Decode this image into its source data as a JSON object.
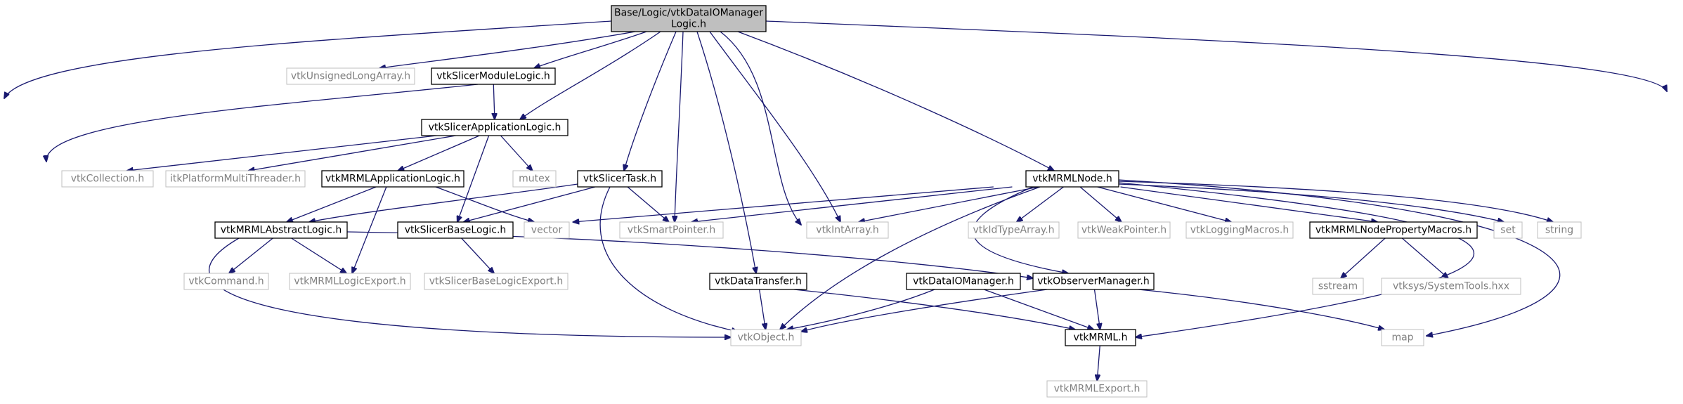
{
  "diagram": {
    "type": "include-dependency-graph",
    "colors": {
      "root_fill": "#bfbfbf",
      "documented_stroke": "#000000",
      "external_stroke": "#bfbfbf",
      "external_text": "#808080",
      "edge": "#191970"
    },
    "nodes": [
      {
        "id": "root",
        "lines": [
          "Base/Logic/vtkDataIOManager",
          "Logic.h"
        ],
        "kind": "root"
      },
      {
        "id": "vtkUnsignedLongArray",
        "lines": [
          "vtkUnsignedLongArray.h"
        ],
        "kind": "external"
      },
      {
        "id": "vtkSlicerModuleLogic",
        "lines": [
          "vtkSlicerModuleLogic.h"
        ],
        "kind": "documented"
      },
      {
        "id": "vtkSlicerApplicationLogic",
        "lines": [
          "vtkSlicerApplicationLogic.h"
        ],
        "kind": "documented"
      },
      {
        "id": "vtkCollection",
        "lines": [
          "vtkCollection.h"
        ],
        "kind": "external"
      },
      {
        "id": "itkPlatformMultiThreader",
        "lines": [
          "itkPlatformMultiThreader.h"
        ],
        "kind": "external"
      },
      {
        "id": "vtkMRMLApplicationLogic",
        "lines": [
          "vtkMRMLApplicationLogic.h"
        ],
        "kind": "documented"
      },
      {
        "id": "mutex",
        "lines": [
          "mutex"
        ],
        "kind": "external"
      },
      {
        "id": "vtkSlicerTask",
        "lines": [
          "vtkSlicerTask.h"
        ],
        "kind": "documented"
      },
      {
        "id": "vtkMRMLNode",
        "lines": [
          "vtkMRMLNode.h"
        ],
        "kind": "documented"
      },
      {
        "id": "vtkMRMLAbstractLogic",
        "lines": [
          "vtkMRMLAbstractLogic.h"
        ],
        "kind": "documented"
      },
      {
        "id": "vtkSlicerBaseLogic",
        "lines": [
          "vtkSlicerBaseLogic.h"
        ],
        "kind": "documented"
      },
      {
        "id": "vector",
        "lines": [
          "vector"
        ],
        "kind": "external"
      },
      {
        "id": "vtkSmartPointer",
        "lines": [
          "vtkSmartPointer.h"
        ],
        "kind": "external"
      },
      {
        "id": "vtkIntArray",
        "lines": [
          "vtkIntArray.h"
        ],
        "kind": "external"
      },
      {
        "id": "vtkIdTypeArray",
        "lines": [
          "vtkIdTypeArray.h"
        ],
        "kind": "external"
      },
      {
        "id": "vtkWeakPointer",
        "lines": [
          "vtkWeakPointer.h"
        ],
        "kind": "external"
      },
      {
        "id": "vtkLoggingMacros",
        "lines": [
          "vtkLoggingMacros.h"
        ],
        "kind": "external"
      },
      {
        "id": "vtkMRMLNodePropertyMacros",
        "lines": [
          "vtkMRMLNodePropertyMacros.h"
        ],
        "kind": "documented"
      },
      {
        "id": "set",
        "lines": [
          "set"
        ],
        "kind": "external"
      },
      {
        "id": "string",
        "lines": [
          "string"
        ],
        "kind": "external"
      },
      {
        "id": "vtkCommand",
        "lines": [
          "vtkCommand.h"
        ],
        "kind": "external"
      },
      {
        "id": "vtkMRMLLogicExport",
        "lines": [
          "vtkMRMLLogicExport.h"
        ],
        "kind": "external"
      },
      {
        "id": "vtkSlicerBaseLogicExport",
        "lines": [
          "vtkSlicerBaseLogicExport.h"
        ],
        "kind": "external"
      },
      {
        "id": "vtkDataTransfer",
        "lines": [
          "vtkDataTransfer.h"
        ],
        "kind": "documented"
      },
      {
        "id": "vtkDataIOManager",
        "lines": [
          "vtkDataIOManager.h"
        ],
        "kind": "documented"
      },
      {
        "id": "vtkObserverManager",
        "lines": [
          "vtkObserverManager.h"
        ],
        "kind": "documented"
      },
      {
        "id": "sstream",
        "lines": [
          "sstream"
        ],
        "kind": "external"
      },
      {
        "id": "vtksysSystemTools",
        "lines": [
          "vtksys/SystemTools.hxx"
        ],
        "kind": "external"
      },
      {
        "id": "vtkObject",
        "lines": [
          "vtkObject.h"
        ],
        "kind": "external"
      },
      {
        "id": "vtkMRML",
        "lines": [
          "vtkMRML.h"
        ],
        "kind": "documented"
      },
      {
        "id": "map",
        "lines": [
          "map"
        ],
        "kind": "external"
      },
      {
        "id": "vtkMRMLExport",
        "lines": [
          "vtkMRMLExport.h"
        ],
        "kind": "external"
      }
    ],
    "edges": [
      [
        "root",
        "vtkUnsignedLongArray"
      ],
      [
        "root",
        "vtkSlicerModuleLogic"
      ],
      [
        "root",
        "vtkSlicerApplicationLogic"
      ],
      [
        "root",
        "vtkSlicerTask"
      ],
      [
        "root",
        "vtkSmartPointer"
      ],
      [
        "root",
        "vtkDataTransfer"
      ],
      [
        "root",
        "vtkIntArray"
      ],
      [
        "root",
        "vtkDataIOManager"
      ],
      [
        "root",
        "vtkMRMLNode"
      ],
      [
        "root",
        "vtkObject"
      ],
      [
        "root",
        "vtkMRML"
      ],
      [
        "vtkSlicerModuleLogic",
        "vtkSlicerApplicationLogic"
      ],
      [
        "vtkSlicerModuleLogic",
        "vtkMRMLAbstractLogic"
      ],
      [
        "vtkSlicerApplicationLogic",
        "vtkCollection"
      ],
      [
        "vtkSlicerApplicationLogic",
        "itkPlatformMultiThreader"
      ],
      [
        "vtkSlicerApplicationLogic",
        "vtkMRMLApplicationLogic"
      ],
      [
        "vtkSlicerApplicationLogic",
        "mutex"
      ],
      [
        "vtkSlicerApplicationLogic",
        "vtkSlicerBaseLogic"
      ],
      [
        "vtkMRMLApplicationLogic",
        "vtkMRMLAbstractLogic"
      ],
      [
        "vtkMRMLApplicationLogic",
        "vector"
      ],
      [
        "vtkMRMLApplicationLogic",
        "vtkMRMLLogicExport"
      ],
      [
        "vtkSlicerTask",
        "vtkMRMLAbstractLogic"
      ],
      [
        "vtkSlicerTask",
        "vtkSlicerBaseLogic"
      ],
      [
        "vtkSlicerTask",
        "vtkSmartPointer"
      ],
      [
        "vtkSlicerTask",
        "vtkObject"
      ],
      [
        "vtkMRMLNode",
        "vector"
      ],
      [
        "vtkMRMLNode",
        "vtkSmartPointer"
      ],
      [
        "vtkMRMLNode",
        "vtkIntArray"
      ],
      [
        "vtkMRMLNode",
        "vtkIdTypeArray"
      ],
      [
        "vtkMRMLNode",
        "vtkWeakPointer"
      ],
      [
        "vtkMRMLNode",
        "vtkLoggingMacros"
      ],
      [
        "vtkMRMLNode",
        "vtkMRMLNodePropertyMacros"
      ],
      [
        "vtkMRMLNode",
        "set"
      ],
      [
        "vtkMRMLNode",
        "string"
      ],
      [
        "vtkMRMLNode",
        "vtkObserverManager"
      ],
      [
        "vtkMRMLNode",
        "vtkObject"
      ],
      [
        "vtkMRMLNode",
        "vtkMRML"
      ],
      [
        "vtkMRMLNode",
        "map"
      ],
      [
        "vtkMRMLAbstractLogic",
        "vtkCommand"
      ],
      [
        "vtkMRMLAbstractLogic",
        "vtkMRMLLogicExport"
      ],
      [
        "vtkMRMLAbstractLogic",
        "vtkObserverManager"
      ],
      [
        "vtkMRMLAbstractLogic",
        "vtkObject"
      ],
      [
        "vtkSlicerBaseLogic",
        "vtkSlicerBaseLogicExport"
      ],
      [
        "vtkMRMLNodePropertyMacros",
        "sstream"
      ],
      [
        "vtkMRMLNodePropertyMacros",
        "vtksysSystemTools"
      ],
      [
        "vtkDataTransfer",
        "vtkObject"
      ],
      [
        "vtkDataTransfer",
        "vtkMRML"
      ],
      [
        "vtkDataIOManager",
        "vtkObject"
      ],
      [
        "vtkDataIOManager",
        "vtkMRML"
      ],
      [
        "vtkObserverManager",
        "vtkObject"
      ],
      [
        "vtkObserverManager",
        "vtkMRML"
      ],
      [
        "vtkObserverManager",
        "map"
      ],
      [
        "vtkMRML",
        "vtkMRMLExport"
      ]
    ]
  }
}
